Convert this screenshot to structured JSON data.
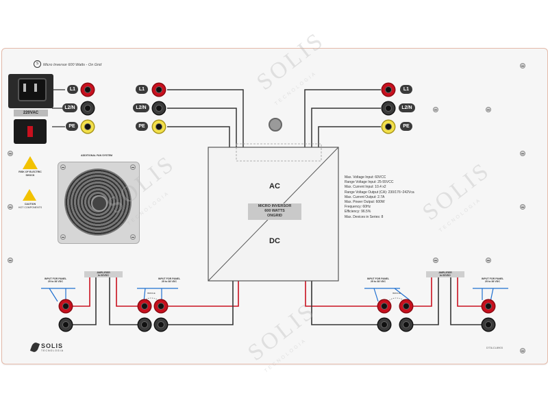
{
  "panel": {
    "title": "Micro Inversor 600 Watts - On Grid",
    "code": "DT3LCL8903",
    "logo_text": "SOLIS",
    "logo_sub": "TECNOLOGIA"
  },
  "left_module": {
    "outlet_label": "220VAC",
    "warning_shock": [
      "RISK OF ELECTRIC",
      "SHOCK"
    ],
    "warning_caution": [
      "CAUTION",
      "HOT COMPONENTS"
    ],
    "fan_label": "ADDITIONAL FAN SYSTEM",
    "jack_labels": [
      "L1",
      "L2/N",
      "PE"
    ]
  },
  "terminals": {
    "left": [
      "L1",
      "L2/N",
      "PE"
    ],
    "right": [
      "L1",
      "L2/N",
      "PE"
    ]
  },
  "inverter": {
    "ac": "AC",
    "dc": "DC",
    "name_lines": [
      "MICRO INVERSOR",
      "600 WATTS",
      "ONGRID"
    ]
  },
  "specs": [
    "Max. Voltage Input: 60VCC",
    "Range Voltage Input: 25-55VCC",
    "Max. Current Input: 10.4 x2",
    "Range Voltage Output (CA): 230/176~242Vca",
    "Max. Current Output: 2.7A",
    "Max. Power Output: 600W",
    "Frequency: 60Hz",
    "Efficiency: 96.5%",
    "Max. Devices in Series: 8"
  ],
  "bottom": {
    "input_panel": [
      "INPUT FOR PANEL",
      "25 to 38 VDC"
    ],
    "amplifier": [
      "AMPLIFIER",
      "to 60VDC"
    ],
    "bridge_label": "BRIDGE"
  },
  "watermark": {
    "brand": "SOLIS",
    "sub": "TECNOLOGIA"
  },
  "colors": {
    "red": "#c8101e",
    "black": "#3b3b3b",
    "yellow": "#f3e04a",
    "wire_red": "#c8101e",
    "wire_blue": "#1e6fd0",
    "wire_dark": "#333333"
  }
}
